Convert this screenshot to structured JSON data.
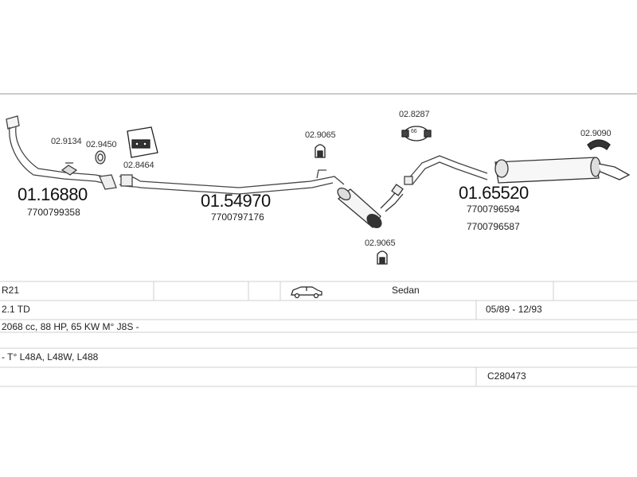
{
  "parts": {
    "p1": "02.9134",
    "p2": "02.9450",
    "p3": "02.8464",
    "p4": "02.9065",
    "p5": "02.9065",
    "p6": "02.8287",
    "p7": "02.9090"
  },
  "sections": {
    "front": {
      "number": "01.16880",
      "oem": "7700799358"
    },
    "middle": {
      "number": "01.54970",
      "oem": "7700797176"
    },
    "rear": {
      "number": "01.65520",
      "oem1": "7700796594",
      "oem2": "7700796587"
    }
  },
  "clamp_badge": "66",
  "table": {
    "model": "R21",
    "body": "Sedan",
    "engine": "2.1 TD",
    "years": "05/89 - 12/93",
    "specs": "2068 cc, 88 HP, 65 KW M° J8S -",
    "types": "- T° L48A, L48W, L488",
    "catalog": "C280473"
  },
  "icons": {
    "car": "sedan-car-icon"
  }
}
